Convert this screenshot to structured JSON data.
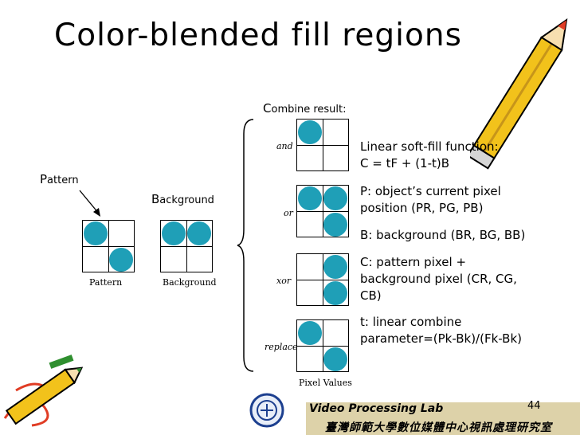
{
  "slide": {
    "title": "Color-blended fill regions",
    "page_number": "44"
  },
  "left": {
    "pattern_label_initial": "P",
    "pattern_label_rest": "attern",
    "background_label_initial": "B",
    "background_label_rest": "ackground",
    "pattern_caption": "Pattern",
    "background_caption": "Background"
  },
  "combine": {
    "header_initial": "C",
    "header_rest": "ombine result:",
    "ops": [
      "and",
      "or",
      "xor",
      "replace"
    ],
    "caption": "Pixel Values"
  },
  "info": {
    "line1": "Linear soft-fill function:",
    "formula": "C = tF + (1-t)B",
    "p_desc_1": "P: object’s current pixel",
    "p_desc_2": "position (PR, PG, PB)",
    "b_desc": "B: background (BR, BG, BB)",
    "c_desc_1": "C: pattern pixel +",
    "c_desc_2": "background pixel (CR, CG,",
    "c_desc_3": "CB)",
    "t_desc_1": "t: linear combine",
    "t_desc_2": "parameter=(Pk-Bk)/(Fk-Bk)"
  },
  "footer": {
    "lab": "Video Processing Lab",
    "chinese": "臺灣師範大學數位媒體中心視訊處理研究室"
  },
  "colors": {
    "dot": "#1f9fb7",
    "pencil_body": "#f2c21b",
    "pencil_tip": "#e03c24"
  }
}
